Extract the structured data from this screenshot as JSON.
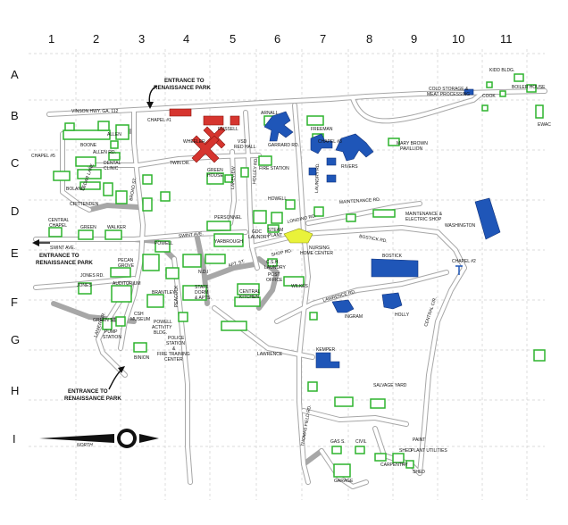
{
  "grid": {
    "columns": [
      "1",
      "2",
      "3",
      "4",
      "5",
      "6",
      "7",
      "8",
      "9",
      "10",
      "11"
    ],
    "rows": [
      "A",
      "B",
      "C",
      "D",
      "E",
      "F",
      "G",
      "H",
      "I"
    ]
  },
  "entrances": [
    {
      "line1": "ENTRANCE TO",
      "line2": "RENAISSANCE PARK"
    },
    {
      "line1": "ENTRANCE TO",
      "line2": "RENAISSANCE PARK"
    },
    {
      "line1": "ENTRANCE TO",
      "line2": "RENAISSANCE PARK"
    }
  ],
  "roads": {
    "vinson": "VINSON HWY. GA. 112",
    "allen": "ALLEN RD.",
    "twin": "TWIN DR.",
    "swint": "SWINT AVE.",
    "jones": "JONES RD.",
    "green": "GREEN ST.",
    "lawrence": "LAWRENCE",
    "lawrence_rd": "LAWRENCE RD.",
    "central_circle": "CENTRAL CIR.",
    "maintenance_rd": "MAINTENANCE RD.",
    "bostick_rd": "BOSTICK RD.",
    "longino_rd": "LONGINO RD.",
    "shop_rd": "SHOP RD.",
    "apt_st": "APT. ST.",
    "broad_st": "BROAD ST.",
    "garrard_rd": "GARRARD RD.",
    "laundry_rd": "LAUNDRY RD.",
    "holley_rd": "HOLLEY RD.",
    "tom_field_rd": "THOMAS FIELD RD.",
    "lanier_cir": "LANIER CIR.",
    "lakeview": "LAKEVIEW",
    "cedar_lane": "CEDAR LANE"
  },
  "labels": {
    "kidd": "KIDD BLDG.",
    "boiler": "BOILER HOUSE",
    "cold_storage_1": "COLD STORAGE &",
    "cold_storage_2": "MEAT PROCESSING",
    "cook": "COOK",
    "ewac": "EWAC",
    "chapel1": "CHAPEL #1",
    "chapel3": "CHAPEL #3",
    "chapel5": "CHAPEL #5",
    "chapel2": "CHAPEL #2",
    "boone": "BOONE",
    "allen": "ALLEN",
    "dental": "DENTAL",
    "clinic": "CLINIC",
    "bolan": "BOLAND",
    "crittenden": "CRITTENDEN",
    "wheeler": "WHEELER",
    "russell": "RUSSELL",
    "vsd": "VSD",
    "red_hall": "RED HALL",
    "arnall": "ARNALL",
    "freeman": "FREEMAN",
    "rivers": "RIVERS",
    "mary_brown_1": "MARY BROWN",
    "mary_brown_2": "PAVILLION",
    "fire_station": "FIRE STATION",
    "green_house_1": "GREEN",
    "green_house_2": "HOUSE",
    "howell": "HOWELL",
    "personnel": "PERSONNEL",
    "yarbrough": "YARBROUGH",
    "central_chapel_1": "CENTRAL",
    "central_chapel_2": "CHAPEL",
    "green": "GREEN",
    "walker": "WALKER",
    "powell": "POWELL",
    "nd": "N.D.I",
    "pecan_grove_1": "PECAN",
    "pecan_grove_2": "GROVE",
    "jones": "JONES",
    "auditorium": "AUDITORIUM",
    "brantley": "BRANTLEY",
    "staff_dorm_1": "STAFF",
    "staff_dorm_2": "DORM",
    "staff_dorm_3": "& APTS.",
    "csh_museum_1": "CSH",
    "csh_museum_2": "MUSEUM",
    "pump_station_1": "PUMP",
    "pump_station_2": "STATION",
    "powell_activity_1": "POWELL",
    "powell_activity_2": "ACTIVITY",
    "powell_activity_3": "BLDG.",
    "police_1": "POLICE",
    "police_2": "STATION",
    "police_3": "&",
    "police_4": "FIRE TRAINING",
    "police_5": "CENTER",
    "peacock": "PEACOCK",
    "binion": "BINION",
    "gdc_laundry_1": "GDC",
    "gdc_laundry_2": "LAUNDRY",
    "steam_plant_1": "STEAM",
    "steam_plant_2": "PLANT",
    "nursing_home_1": "NURSING",
    "nursing_home_2": "HOME CENTER",
    "csh_laundry_1": "C.S.H.",
    "csh_laundry_2": "LAUNDRY",
    "post_office_1": "POST",
    "post_office_2": "OFFICE",
    "wilkes": "WILKES",
    "central_kitchen_1": "CENTRAL",
    "central_kitchen_2": "KITCHEN",
    "maintenance_shop_1": "MAINTENANCE &",
    "maintenance_shop_2": "ELECTRIC SHOP",
    "washington": "WASHINGTON",
    "bostick": "BOSTICK",
    "ingram": "INGRAM",
    "holly": "HOLLY",
    "kemper": "KEMPER",
    "salvage_yard": "SALVAGE YARD",
    "gas_s": "GAS S.",
    "civil": "CIVIL",
    "paint": "PAINT",
    "shed": "SHED",
    "plant_utilities": "PLANT UTILITIES",
    "shed2": "SHED",
    "carpentry": "CARPENTRY",
    "garage": "GARAGE"
  },
  "north": {
    "label": "NORTH"
  },
  "colors": {
    "road": "#a7a7a7",
    "green_building": "#2db42d",
    "blue_building": "#1f56b8",
    "red_building": "#d6352f",
    "yellow_building": "#e9f23a"
  }
}
